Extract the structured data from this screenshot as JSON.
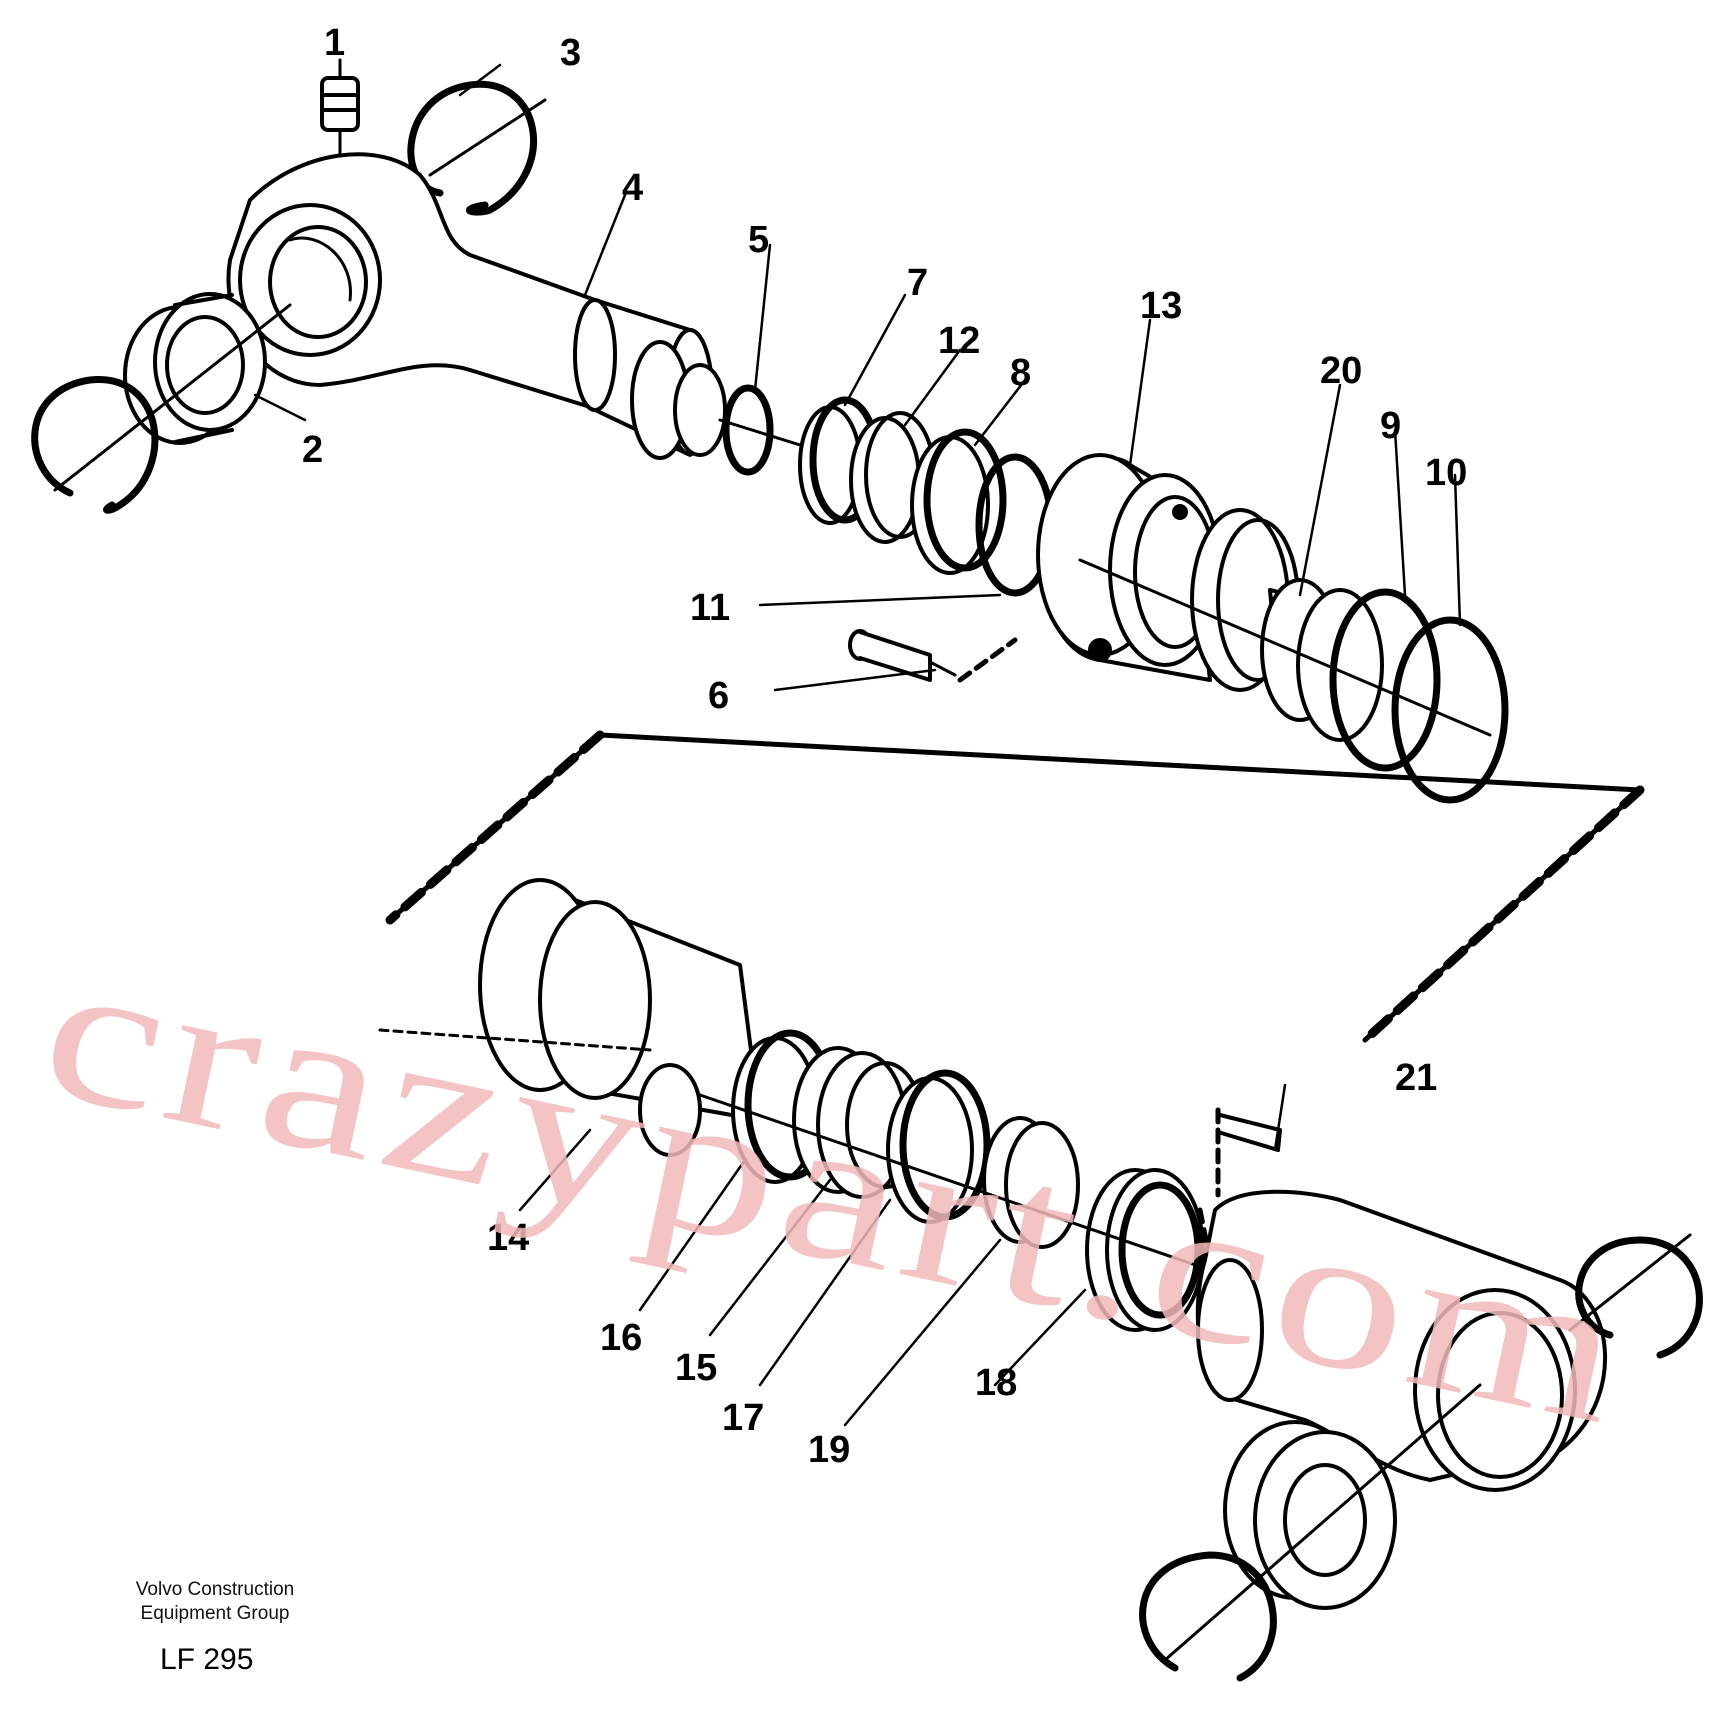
{
  "diagram": {
    "callouts": [
      "1",
      "2",
      "3",
      "4",
      "5",
      "6",
      "7",
      "8",
      "9",
      "10",
      "11",
      "12",
      "13",
      "14",
      "15",
      "16",
      "17",
      "18",
      "19",
      "20",
      "21"
    ],
    "watermark": "crazypart.com",
    "credit_line1": "Volvo Construction",
    "credit_line2": "Equipment Group",
    "figure_id": "LF 295"
  },
  "colors": {
    "ink": "#000000",
    "watermark": "#f2b9b9",
    "background": "#ffffff"
  }
}
